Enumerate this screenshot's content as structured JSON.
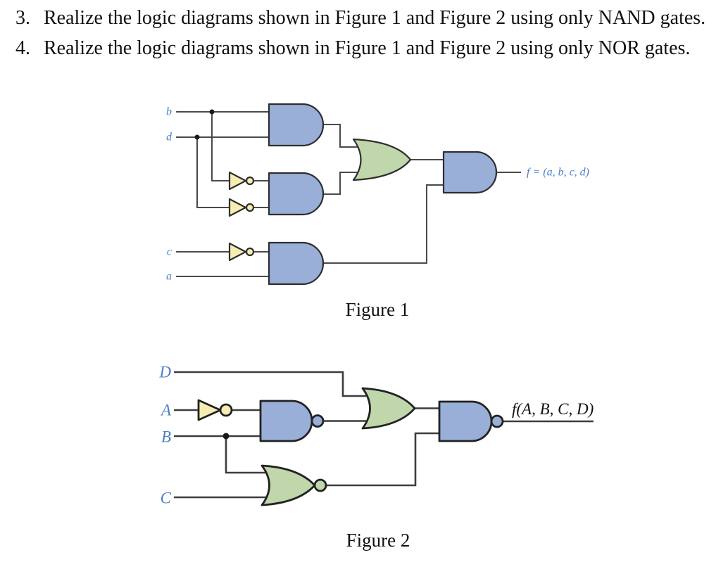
{
  "problems": [
    {
      "number": "3.",
      "text": "Realize the logic diagrams shown in Figure 1 and Figure 2 using only NAND gates."
    },
    {
      "number": "4.",
      "text": "Realize the logic diagrams shown in Figure 1 and Figure 2 using only NOR gates."
    }
  ],
  "figure1": {
    "caption": "Figure 1",
    "inputs": [
      {
        "label": "b"
      },
      {
        "label": "d"
      },
      {
        "label": "c"
      },
      {
        "label": "a"
      }
    ],
    "output_label": "f = (a, b, c, d)",
    "gates": [
      {
        "id": "not-b",
        "type": "NOT"
      },
      {
        "id": "not-d",
        "type": "NOT"
      },
      {
        "id": "not-c",
        "type": "NOT"
      },
      {
        "id": "and-top",
        "type": "AND",
        "inputs": "b, d"
      },
      {
        "id": "and-middle",
        "type": "AND",
        "inputs": "NOT b, NOT d"
      },
      {
        "id": "and-bottom",
        "type": "AND",
        "inputs": "NOT c, a"
      },
      {
        "id": "or",
        "type": "OR",
        "inputs": "and-top, and-middle"
      },
      {
        "id": "and-output",
        "type": "AND",
        "inputs": "or, and-bottom"
      }
    ]
  },
  "figure2": {
    "caption": "Figure 2",
    "inputs": [
      {
        "label": "D"
      },
      {
        "label": "A"
      },
      {
        "label": "B"
      },
      {
        "label": "C"
      }
    ],
    "output_label": "f(A, B, C, D)",
    "gates": [
      {
        "id": "not-a",
        "type": "NOT"
      },
      {
        "id": "nand-1",
        "type": "NAND",
        "inputs": "NOT A, B"
      },
      {
        "id": "nor-1",
        "type": "NOR",
        "inputs": "B, C"
      },
      {
        "id": "or-1",
        "type": "OR",
        "inputs": "D, nand-1"
      },
      {
        "id": "nand-output",
        "type": "NAND",
        "inputs": "or-1, nor-1"
      }
    ]
  },
  "colors": {
    "gate_blue": "#99afd8",
    "gate_green": "#c0d6ab",
    "inverter_yellow": "#f6edb3",
    "label_blue": "#4a80c4",
    "wire": "#4a4a4a",
    "outline": "#2e2e2e"
  }
}
